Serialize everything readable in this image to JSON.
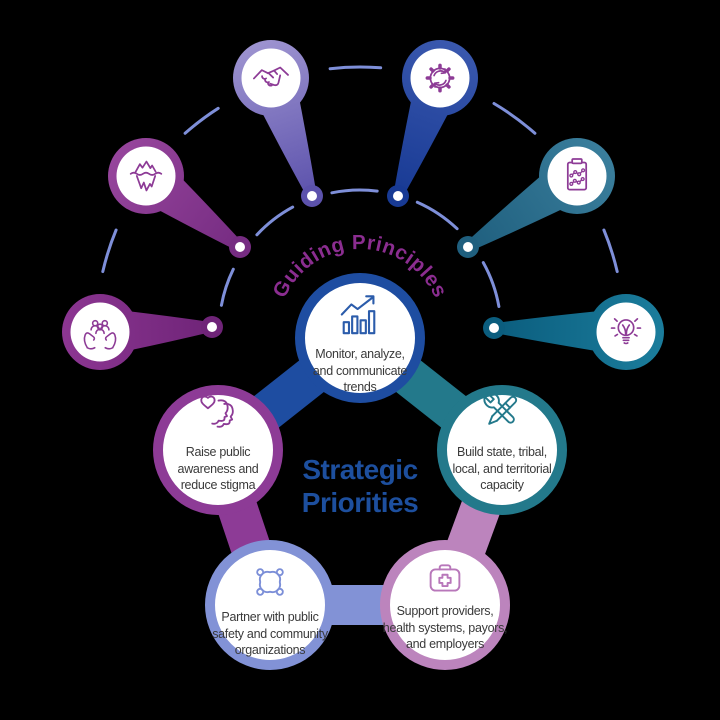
{
  "arc_title": "Guiding Principles",
  "center_title": "Strategic\nPriorities",
  "colors": {
    "background": "#000000",
    "arc_title": "#8b2d90",
    "center_title": "#1d4f9e",
    "label_text": "#3a3a3a",
    "thin_arc": "#7e8fd9",
    "principle_icon": "#8d3b96",
    "circle_fill": "#ffffff"
  },
  "principles": [
    {
      "icon": "handshake-icon",
      "color": "#9d93d0",
      "color2": "#5c52ac"
    },
    {
      "icon": "gear-sync-icon",
      "color": "#3a58ae",
      "color2": "#183a94"
    },
    {
      "icon": "iceberg-icon",
      "color": "#96459c",
      "color2": "#762c82"
    },
    {
      "icon": "clipboard-chart-icon",
      "color": "#3a7e9c",
      "color2": "#1f5f7e"
    },
    {
      "icon": "hands-people-icon",
      "color": "#8c3692",
      "color2": "#6f2478"
    },
    {
      "icon": "lightbulb-icon",
      "color": "#1b7d9c",
      "color2": "#0b5d7e"
    }
  ],
  "priorities": [
    {
      "label": "Monitor, analyze,\nand communicate\ntrends",
      "icon": "bar-chart-icon",
      "ring_color": "#1e4da1",
      "icon_color": "#2b5cab"
    },
    {
      "label": "Build state, tribal,\nlocal, and territorial\ncapacity",
      "icon": "tools-icon",
      "ring_color": "#23798b",
      "icon_color": "#23798b"
    },
    {
      "label": "Support providers,\nhealth systems, payors,\nand employers",
      "icon": "first-aid-kit-icon",
      "ring_color": "#bc84bd",
      "icon_color": "#b877ba"
    },
    {
      "label": "Partner with public\nsafety and community\norganizations",
      "icon": "community-icon",
      "ring_color": "#8292d6",
      "icon_color": "#7c8fd8"
    },
    {
      "label": "Raise public\nawareness and\nreduce stigma",
      "icon": "heart-faces-icon",
      "ring_color": "#8d3b96",
      "icon_color": "#8d3b96"
    }
  ]
}
